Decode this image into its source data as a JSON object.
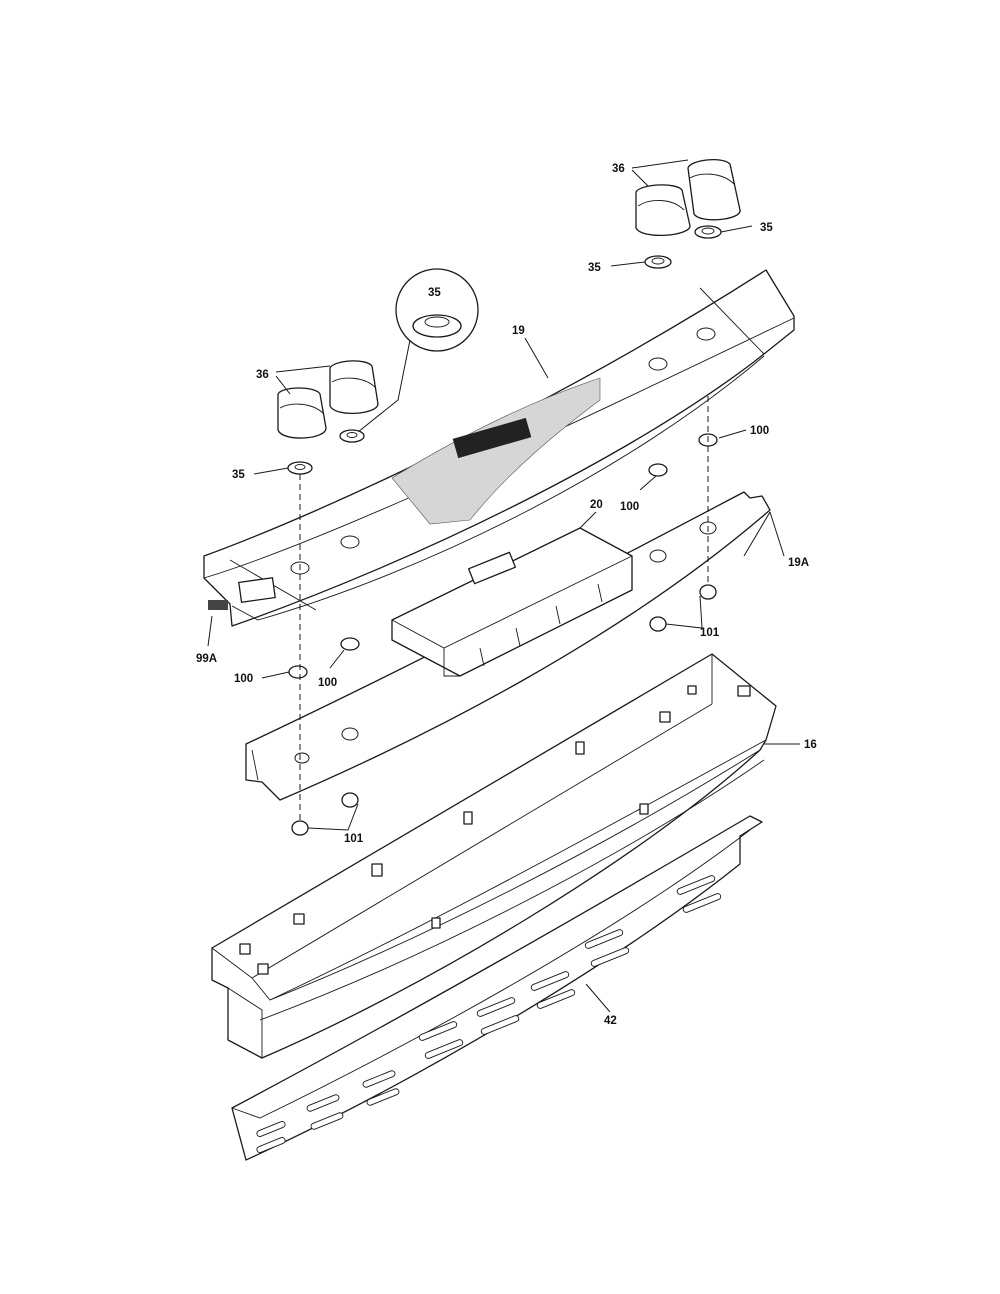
{
  "diagram": {
    "callouts": {
      "knob_top": "36",
      "ring_top_right": "35",
      "ring_top_left": "35",
      "detail_ring": "35",
      "panel": "19",
      "knob_left": "36",
      "ring_left": "35",
      "clip_right_top": "100",
      "clip_mid": "100",
      "control_board": "20",
      "panel_bracket": "19A",
      "wire_harness": "99A",
      "clip_left_a": "100",
      "clip_left_b": "100",
      "nut_right": "101",
      "backguard": "16",
      "nut_left": "101",
      "vent_trim": "42"
    }
  }
}
